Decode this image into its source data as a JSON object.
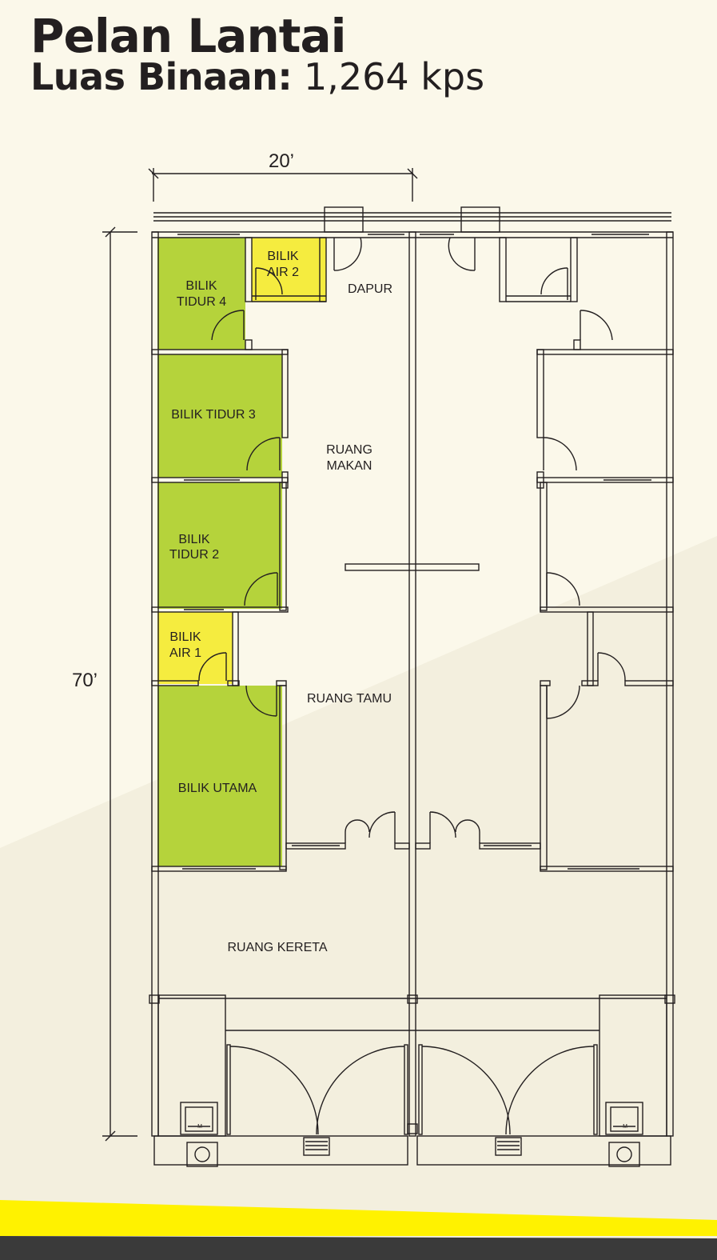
{
  "header": {
    "title": "Pelan Lantai",
    "area_label": "Luas Binaan:",
    "area_value": "1,264 kps"
  },
  "dimensions": {
    "width": "20’",
    "depth": "70’"
  },
  "rooms": {
    "bilik_tidur_4": [
      "BILIK",
      "TIDUR 4"
    ],
    "bilik_air_2": [
      "BILIK",
      "AIR 2"
    ],
    "dapur": "DAPUR",
    "bilik_tidur_3": "BILIK TIDUR 3",
    "ruang_makan": [
      "RUANG",
      "MAKAN"
    ],
    "bilik_tidur_2": [
      "BILIK",
      "TIDUR 2"
    ],
    "bilik_air_1": [
      "BILIK",
      "AIR 1"
    ],
    "ruang_tamu": "RUANG TAMU",
    "bilik_utama": "BILIK UTAMA",
    "ruang_kereta": "RUANG KERETA",
    "meter": "M"
  },
  "colors": {
    "bedroom": "#b5d33b",
    "bathroom": "#f5ec3f",
    "background": "#fbf8ea",
    "wall": "#231f20",
    "band_yellow": "#fff200",
    "band_dark": "#3a3a3a"
  }
}
